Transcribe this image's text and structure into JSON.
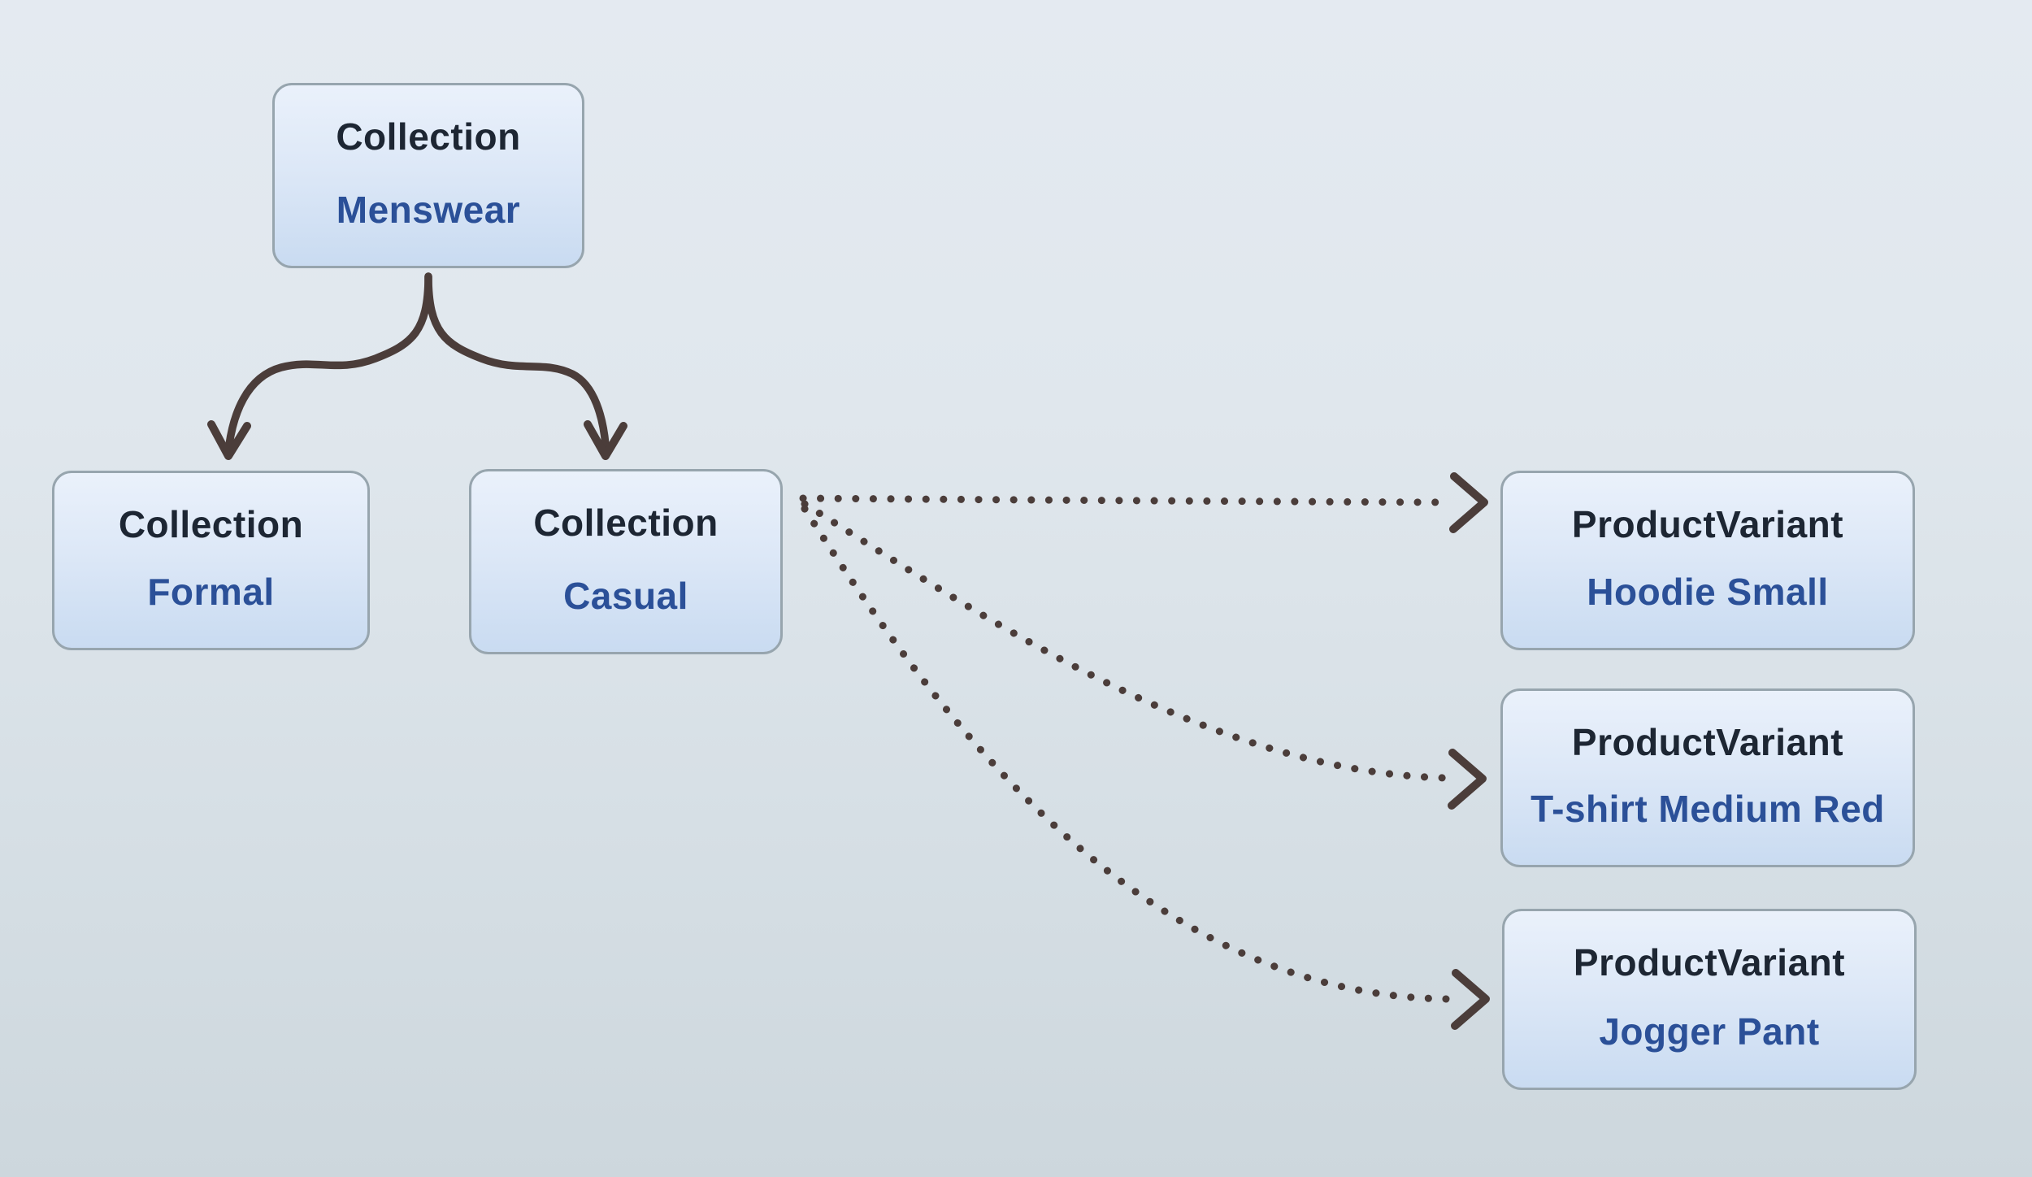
{
  "diagram": {
    "nodes": [
      {
        "id": "menswear",
        "type_label": "Collection",
        "name_label": "Menswear"
      },
      {
        "id": "formal",
        "type_label": "Collection",
        "name_label": "Formal"
      },
      {
        "id": "casual",
        "type_label": "Collection",
        "name_label": "Casual"
      },
      {
        "id": "hoodie",
        "type_label": "ProductVariant",
        "name_label": "Hoodie Small"
      },
      {
        "id": "tshirt",
        "type_label": "ProductVariant",
        "name_label": "T-shirt Medium Red"
      },
      {
        "id": "jogger",
        "type_label": "ProductVariant",
        "name_label": "Jogger Pant"
      }
    ],
    "edges": [
      {
        "from": "Menswear",
        "to": "Formal",
        "style": "solid-arrow"
      },
      {
        "from": "Menswear",
        "to": "Casual",
        "style": "solid-arrow"
      },
      {
        "from": "Casual",
        "to": "Hoodie Small",
        "style": "dotted-arrow"
      },
      {
        "from": "Casual",
        "to": "T-shirt Medium Red",
        "style": "dotted-arrow"
      },
      {
        "from": "Casual",
        "to": "Jogger Pant",
        "style": "dotted-arrow"
      }
    ],
    "colors": {
      "background_top": "#e4eaf1",
      "background_bottom": "#cdd7dd",
      "node_fill_top": "#eaf1fb",
      "node_fill_bottom": "#c9dbf1",
      "node_border": "#97a5ae",
      "node_type_text": "#1d2633",
      "node_name_text": "#2b5098",
      "arrow": "#4b3d3a"
    }
  }
}
